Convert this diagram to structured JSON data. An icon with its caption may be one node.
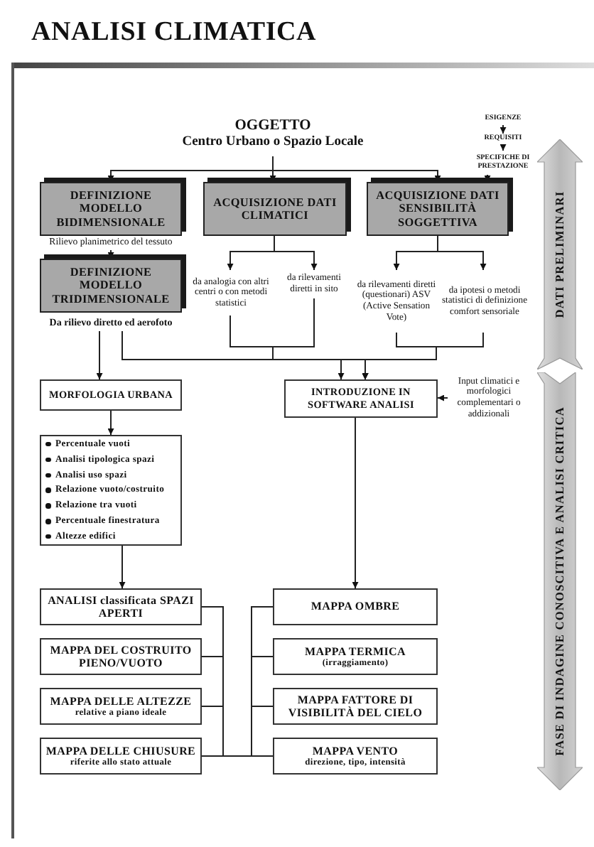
{
  "diagram": {
    "title": "ANALISI CLIMATICA",
    "nodes": [
      {
        "text": [
          "OGGETTO",
          "Centro Urbano o Spazio Locale"
        ]
      },
      {
        "text": [
          "ESIGENZE"
        ]
      },
      {
        "text": [
          "REQUISITI"
        ]
      },
      {
        "text": [
          "SPECIFICHE DI PRESTAZIONE"
        ]
      },
      {
        "text": [
          "DEFINIZIONE MODELLO BIDIMENSIONALE"
        ],
        "beside": [
          "Rilievo planimetrico del tessuto"
        ]
      },
      {
        "text": [
          "ACQUISIZIONE DATI CLIMATICI"
        ]
      },
      {
        "text": [
          "ACQUISIZIONE DATI SENSIBILITÀ SOGGETTIVA"
        ]
      },
      {
        "text": [
          "DEFINIZIONE MODELLO TRIDIMENSIONALE"
        ],
        "beside": [
          "Da rilievo diretto ed aerofoto"
        ]
      },
      {
        "text": [
          "da analogia con altri centri o con metodi statistici"
        ]
      },
      {
        "text": [
          "da rilevamenti diretti in sito"
        ]
      },
      {
        "text": [
          "da rilevamenti diretti (questionari) ASV (Active Sensation Vote)"
        ]
      },
      {
        "text": [
          "da ipotesi o metodi statistici di definizione comfort sensoriale"
        ]
      },
      {
        "text": [
          "MORFOLOGIA URBANA"
        ]
      },
      {
        "text": [
          "INTRODUZIONE IN SOFTWARE ANALISI"
        ]
      },
      {
        "text": [
          "Input climatici e morfologici complementari o addizionali"
        ]
      },
      {
        "text": [
          "Percentuale vuoti",
          "Analisi tipologica spazi",
          "Analisi uso spazi",
          "Relazione  vuoto/costruito",
          "Relazione tra vuoti",
          "Percentuale finestratura",
          "Altezze edifici"
        ]
      },
      {
        "text": [
          "ANALISI classificata SPAZI APERTI"
        ]
      },
      {
        "text": [
          "MAPPA DEL  COSTRUITO PIENO/VUOTO"
        ]
      },
      {
        "text": [
          "MAPPA DELLE ALTEZZE",
          "relative a piano ideale"
        ]
      },
      {
        "text": [
          "MAPPA DELLE CHIUSURE",
          "riferite allo stato attuale"
        ]
      },
      {
        "text": [
          "MAPPA OMBRE"
        ]
      },
      {
        "text": [
          "MAPPA TERMICA",
          "(irraggiamento)"
        ]
      },
      {
        "text": [
          "MAPPA FATTORE DI VISIBILITÀ DEL CIELO"
        ]
      },
      {
        "text": [
          "MAPPA VENTO",
          "direzione, tipo, intensità"
        ]
      },
      {
        "text": [
          "DATI PRELIMINARI"
        ]
      },
      {
        "text": [
          "FASE DI INDAGINE CONOSCITIVA E ANALISI CRITICA"
        ]
      }
    ],
    "edges": [
      {
        "from": 0,
        "to": 4,
        "arrow": "to"
      },
      {
        "from": 0,
        "to": 5,
        "arrow": "to"
      },
      {
        "from": 0,
        "to": 6,
        "arrow": "to"
      },
      {
        "from": 1,
        "to": 2,
        "arrow": "to"
      },
      {
        "from": 2,
        "to": 3,
        "arrow": "to"
      },
      {
        "from": 3,
        "to": 6,
        "arrow": "to"
      },
      {
        "from": 4,
        "to": 7,
        "arrow": "to"
      },
      {
        "from": 5,
        "to": 8,
        "arrow": "to"
      },
      {
        "from": 5,
        "to": 9,
        "arrow": "to"
      },
      {
        "from": 6,
        "to": 10,
        "arrow": "to"
      },
      {
        "from": 6,
        "to": 11,
        "arrow": "to"
      },
      {
        "from": 8,
        "to": 13,
        "arrow": "to"
      },
      {
        "from": 9,
        "to": 13,
        "arrow": "to"
      },
      {
        "from": 10,
        "to": 13,
        "arrow": "to"
      },
      {
        "from": 11,
        "to": 13,
        "arrow": "to"
      },
      {
        "from": 7,
        "to": 12,
        "arrow": "to"
      },
      {
        "from": 7,
        "to": 13,
        "arrow": "to"
      },
      {
        "from": 14,
        "to": 13,
        "arrow": "to"
      },
      {
        "from": 12,
        "to": 15,
        "arrow": "to"
      },
      {
        "from": 15,
        "to": 16,
        "arrow": "to"
      },
      {
        "from": 13,
        "to": 20,
        "arrow": "to"
      },
      {
        "from": 16,
        "to": 20,
        "arrow": "none"
      },
      {
        "from": 16,
        "to": 21,
        "arrow": "none"
      },
      {
        "from": 16,
        "to": 22,
        "arrow": "none"
      },
      {
        "from": 16,
        "to": 23,
        "arrow": "none"
      },
      {
        "from": 17,
        "to": 20,
        "arrow": "none"
      },
      {
        "from": 17,
        "to": 21,
        "arrow": "none"
      },
      {
        "from": 17,
        "to": 22,
        "arrow": "none"
      },
      {
        "from": 17,
        "to": 23,
        "arrow": "none"
      },
      {
        "from": 18,
        "to": 20,
        "arrow": "none"
      },
      {
        "from": 18,
        "to": 21,
        "arrow": "none"
      },
      {
        "from": 18,
        "to": 22,
        "arrow": "none"
      },
      {
        "from": 18,
        "to": 23,
        "arrow": "none"
      },
      {
        "from": 19,
        "to": 20,
        "arrow": "none"
      },
      {
        "from": 19,
        "to": 21,
        "arrow": "none"
      },
      {
        "from": 19,
        "to": 22,
        "arrow": "none"
      },
      {
        "from": 19,
        "to": 23,
        "arrow": "none"
      }
    ]
  }
}
